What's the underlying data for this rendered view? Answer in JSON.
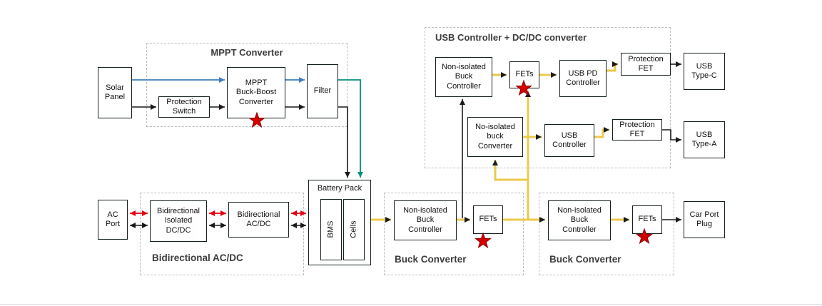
{
  "groups": {
    "mppt": {
      "title": "MPPT Converter"
    },
    "usb": {
      "title": "USB Controller + DC/DC converter"
    },
    "acdc": {
      "title": "Bidirectional AC/DC"
    },
    "buck_mid": {
      "title": "Buck Converter"
    },
    "buck_right": {
      "title": "Buck Converter"
    }
  },
  "blocks": {
    "solar_panel": "Solar\nPanel",
    "protection_switch": "Protection\nSwitch",
    "mppt_buck_boost": "MPPT\nBuck-Boost\nConverter",
    "filter": "Filter",
    "usb_buck_controller": "Non-isolated\nBuck\nController",
    "usb_fets": "FETs",
    "usb_pd_controller": "USB PD\nController",
    "protection_fet_top": "Protection\nFET",
    "usb_type_c": "USB\nType-C",
    "no_isolated_buck": "No-isolated\nbuck\nConverter",
    "usb_controller": "USB\nController",
    "protection_fet_bottom": "Protection\nFET",
    "usb_type_a": "USB\nType-A",
    "ac_port": "AC\nPort",
    "bidir_isolated_dcdc": "Bidirectional\nIsolated\nDC/DC",
    "bidir_acdc": "Bidirectional\nAC/DC",
    "battery_pack": "Battery Pack",
    "bms": "BMS",
    "cells": "Cells",
    "buck_mid_controller": "Non-isolated\nBuck\nController",
    "buck_mid_fets": "FETs",
    "buck_right_controller": "Non-isolated\nBuck\nController",
    "buck_right_fets": "FETs",
    "car_port_plug": "Car Port\nPlug"
  },
  "colors": {
    "wire_blue": "#3f7cbf",
    "wire_black": "#1a1a1a",
    "wire_red": "#e60012",
    "wire_yellow": "#ecc94d",
    "wire_teal": "#00917c",
    "star_red": "#d40000",
    "box_border": "#15211f",
    "group_border": "#bdbdbd"
  }
}
